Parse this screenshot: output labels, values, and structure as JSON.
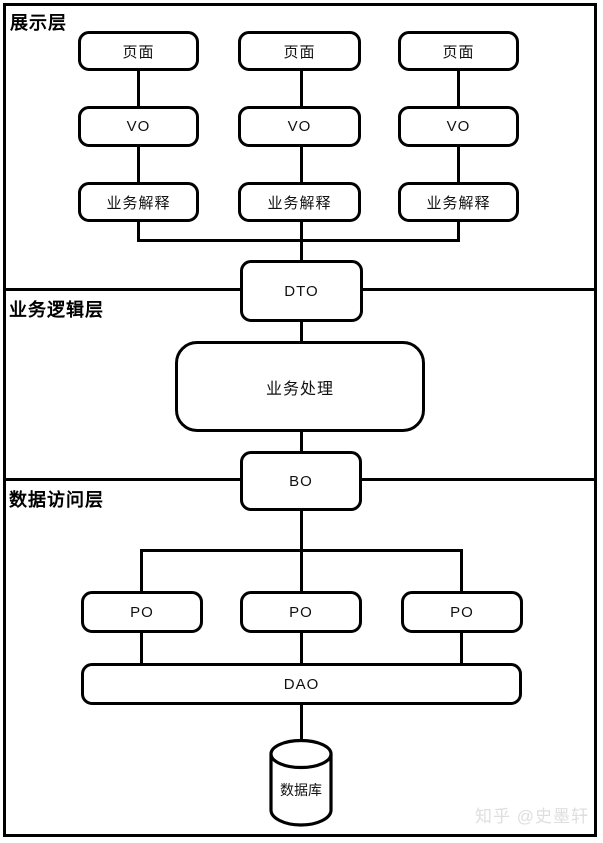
{
  "colors": {
    "line": "#000000",
    "background": "#ffffff",
    "watermark_text": "#dedede"
  },
  "diagram": {
    "layers": {
      "presentation": {
        "label": "展示层"
      },
      "business": {
        "label": "业务逻辑层"
      },
      "data": {
        "label": "数据访问层"
      }
    },
    "columns": [
      {
        "page": "页面",
        "vo": "VO",
        "interpret": "业务解释"
      },
      {
        "page": "页面",
        "vo": "VO",
        "interpret": "业务解释"
      },
      {
        "page": "页面",
        "vo": "VO",
        "interpret": "业务解释"
      }
    ],
    "dto": "DTO",
    "process": "业务处理",
    "bo": "BO",
    "po": [
      "PO",
      "PO",
      "PO"
    ],
    "dao": "DAO",
    "database": "数据库"
  },
  "watermark": {
    "text": "知乎 @史墨轩"
  }
}
